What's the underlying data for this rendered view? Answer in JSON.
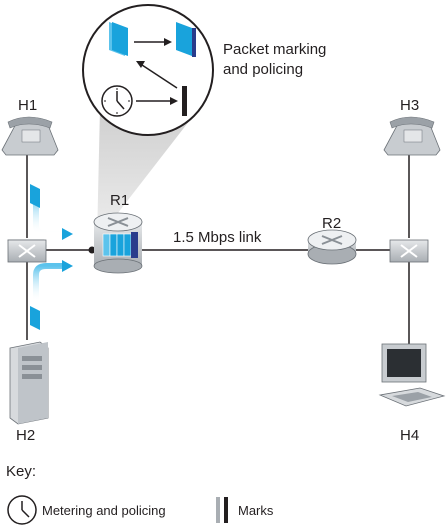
{
  "diagram": {
    "callout_label_line1": "Packet marking",
    "callout_label_line2": "and policing",
    "link_label": "1.5 Mbps link",
    "hosts": {
      "h1": "H1",
      "h2": "H2",
      "h3": "H3",
      "h4": "H4"
    },
    "routers": {
      "r1": "R1",
      "r2": "R2"
    }
  },
  "key": {
    "title": "Key:",
    "metering_label": "Metering and policing",
    "marks_label": "Marks"
  },
  "colors": {
    "packet_blue": "#19a3dc",
    "packet_dark": "#2a3c8c",
    "line": "#231f20",
    "device_gray": "#c8ccd0",
    "callout_shadow": "#d9d9d9"
  },
  "icons": [
    "phone-icon",
    "switch-icon",
    "router-icon",
    "server-tower-icon",
    "monitor-icon",
    "clock-meter-icon",
    "marker-bar-icon"
  ]
}
